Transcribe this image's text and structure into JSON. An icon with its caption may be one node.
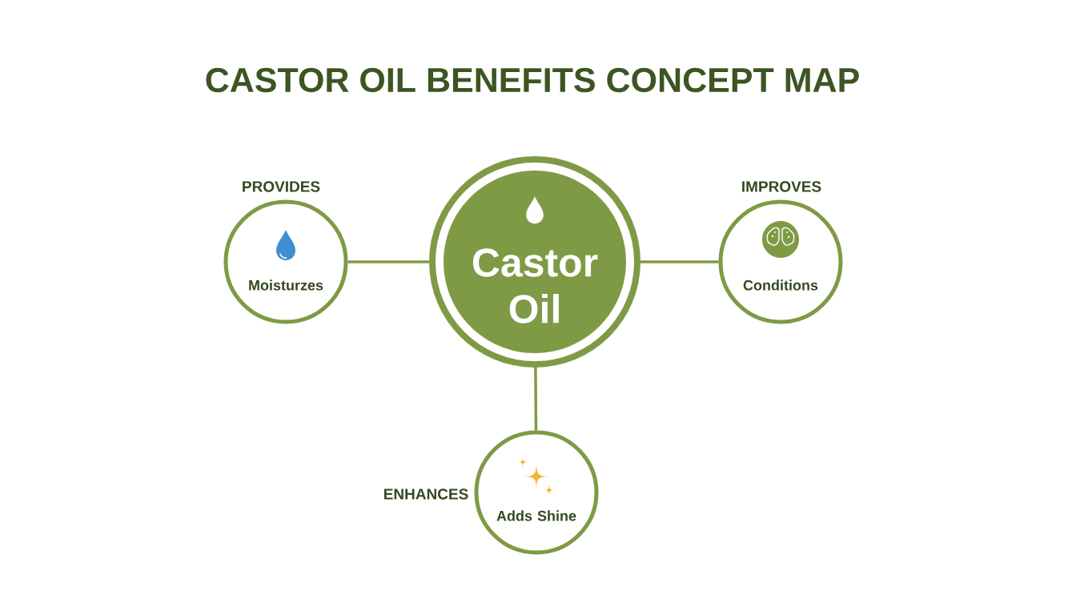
{
  "diagram": {
    "title": "CASTOR OIL BENEFITS CONCEPT MAP",
    "nodes": [
      {
        "text": [
          "Castor Oil"
        ]
      },
      {
        "text": [
          "Moisturzes"
        ],
        "beside": [
          "PROVIDES"
        ]
      },
      {
        "text": [
          "Conditions"
        ],
        "beside": [
          "IMPROVES"
        ]
      },
      {
        "text": [
          "Adds Shine"
        ],
        "beside": [
          "ENHANCES"
        ]
      }
    ],
    "edges": [
      {
        "from": 0,
        "to": 1,
        "arrow": "none"
      },
      {
        "from": 0,
        "to": 2,
        "arrow": "none"
      },
      {
        "from": 0,
        "to": 3,
        "arrow": "none"
      }
    ]
  }
}
